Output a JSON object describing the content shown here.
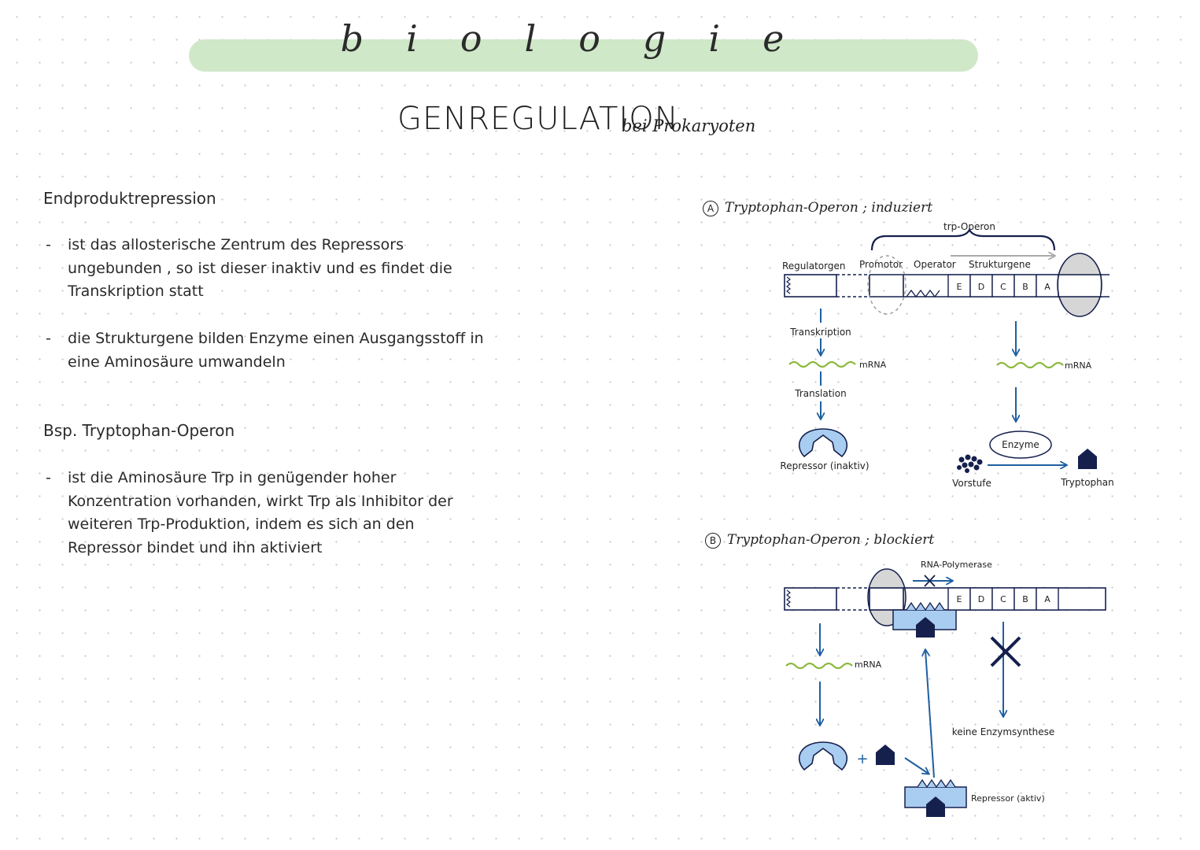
{
  "header": {
    "word": "biologie"
  },
  "title": {
    "main": "GENREGULATION",
    "sub": "bei Prokaryoten"
  },
  "left": {
    "section1_heading": "Endproduktrepression",
    "section1_bullets": [
      {
        "dash": "-",
        "text": "ist das allosterische Zentrum des Repressors ungebunden , so ist dieser inaktiv und es findet die Transkription statt"
      },
      {
        "dash": "-",
        "text": "die Strukturgene bilden Enzyme einen Ausgangsstoff in eine Aminosäure umwandeln"
      }
    ],
    "section2_heading": "Bsp. Tryptophan-Operon",
    "section2_bullets": [
      {
        "dash": "-",
        "text": "ist die Aminosäure Trp in genügender hoher Konzentration vorhanden, wirkt Trp als Inhibitor der weiteren Trp-Produktion, indem es sich an den Repressor bindet und ihn aktiviert"
      }
    ]
  },
  "panel_a": {
    "letter": "A",
    "heading": "Tryptophan-Operon ; induziert",
    "operon_label": "trp-Operon",
    "regulatorgen": "Regulatorgen",
    "promotor": "Promotor",
    "operator": "Operator",
    "strukturgene": "Strukturgene",
    "genes": [
      "E",
      "D",
      "C",
      "B",
      "A"
    ],
    "transkription": "Transkription",
    "translation": "Translation",
    "mrna_left": "mRNA",
    "mrna_right": "mRNA",
    "repressor": "Repressor (inaktiv)",
    "enzyme": "Enzyme",
    "vorstufe": "Vorstufe",
    "tryptophan": "Tryptophan"
  },
  "panel_b": {
    "letter": "B",
    "heading": "Tryptophan-Operon ; blockiert",
    "rna_polymerase": "RNA-Polymerase",
    "genes": [
      "E",
      "D",
      "C",
      "B",
      "A"
    ],
    "mrna": "mRNA",
    "plus": "+",
    "keine": "keine Enzymsynthese",
    "repressor": "Repressor (aktiv)"
  },
  "colors": {
    "header_band": "#cfe8c8",
    "arrow_blue": "#1f5fa0",
    "light_blue": "#a9cdf0",
    "navy": "#15204d",
    "mrna_green": "#8ab83a",
    "grey_fill": "#d6d6d6"
  }
}
